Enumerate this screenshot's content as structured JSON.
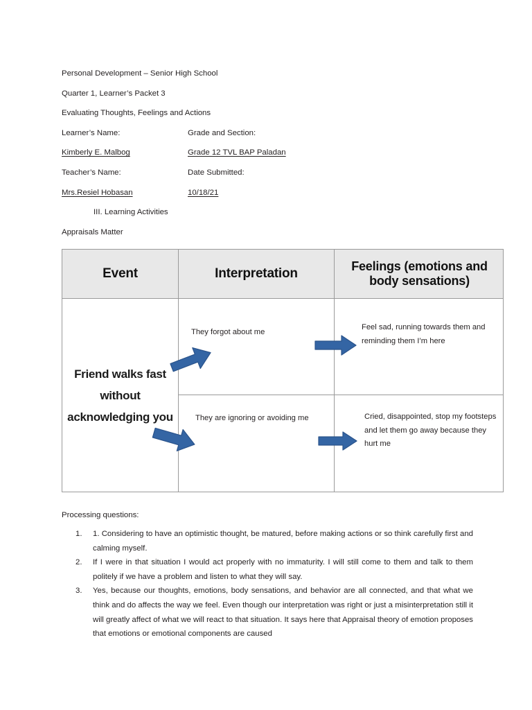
{
  "document": {
    "course_line": "Personal Development – Senior High School",
    "quarter_line": "Quarter 1, Learner’s Packet 3",
    "topic_line": "Evaluating Thoughts, Feelings and Actions",
    "learner_name_label": "Learner’s Name:",
    "grade_section_label": "Grade and Section:",
    "learner_name_value": "Kimberly E. Malbog",
    "grade_section_value": "Grade 12 TVL BAP Paladan",
    "teacher_name_label": "Teacher’s Name:",
    "date_submitted_label": "Date Submitted:",
    "teacher_name_value": "Mrs.Resiel Hobasan",
    "date_submitted_value": "10/18/21",
    "section_heading": "III. Learning Activities",
    "activity_title": "Appraisals Matter"
  },
  "table": {
    "headers": [
      "Event",
      "Interpretation",
      "Feelings (emotions and body sensations)"
    ],
    "header_bg": "#e8e8e8",
    "border_color": "#9a9a9a",
    "event": "Friend walks fast without acknowledging you",
    "rows": [
      {
        "interpretation": "They forgot about me",
        "feelings": "Feel sad, running towards them and reminding them I’m here"
      },
      {
        "interpretation": "They are ignoring or avoiding me",
        "feelings": "Cried, disappointed, stop my footsteps and let them go away because they hurt me"
      }
    ],
    "arrow_color": "#3465a4",
    "arrow_color_dark": "#2a538b"
  },
  "processing": {
    "label": "Processing questions:",
    "items": [
      {
        "number": "1.",
        "text": "1. Considering to have an optimistic thought, be matured, before making actions or so think carefully first and calming myself."
      },
      {
        "number": "2.",
        "text": "If I were in that situation I would act properly with no immaturity. I will still come to them and talk to them politely if we have a problem and listen to what they will say."
      },
      {
        "number": "3.",
        "text": "Yes, because our thoughts, emotions, body sensations, and behavior are all connected, and that what we think and do affects the way we feel. Even though our interpretation was right or just a misinterpretation still it will greatly affect of what we will react to that situation. It says here that Appraisal theory of emotion proposes that emotions or emotional components are caused"
      }
    ]
  }
}
